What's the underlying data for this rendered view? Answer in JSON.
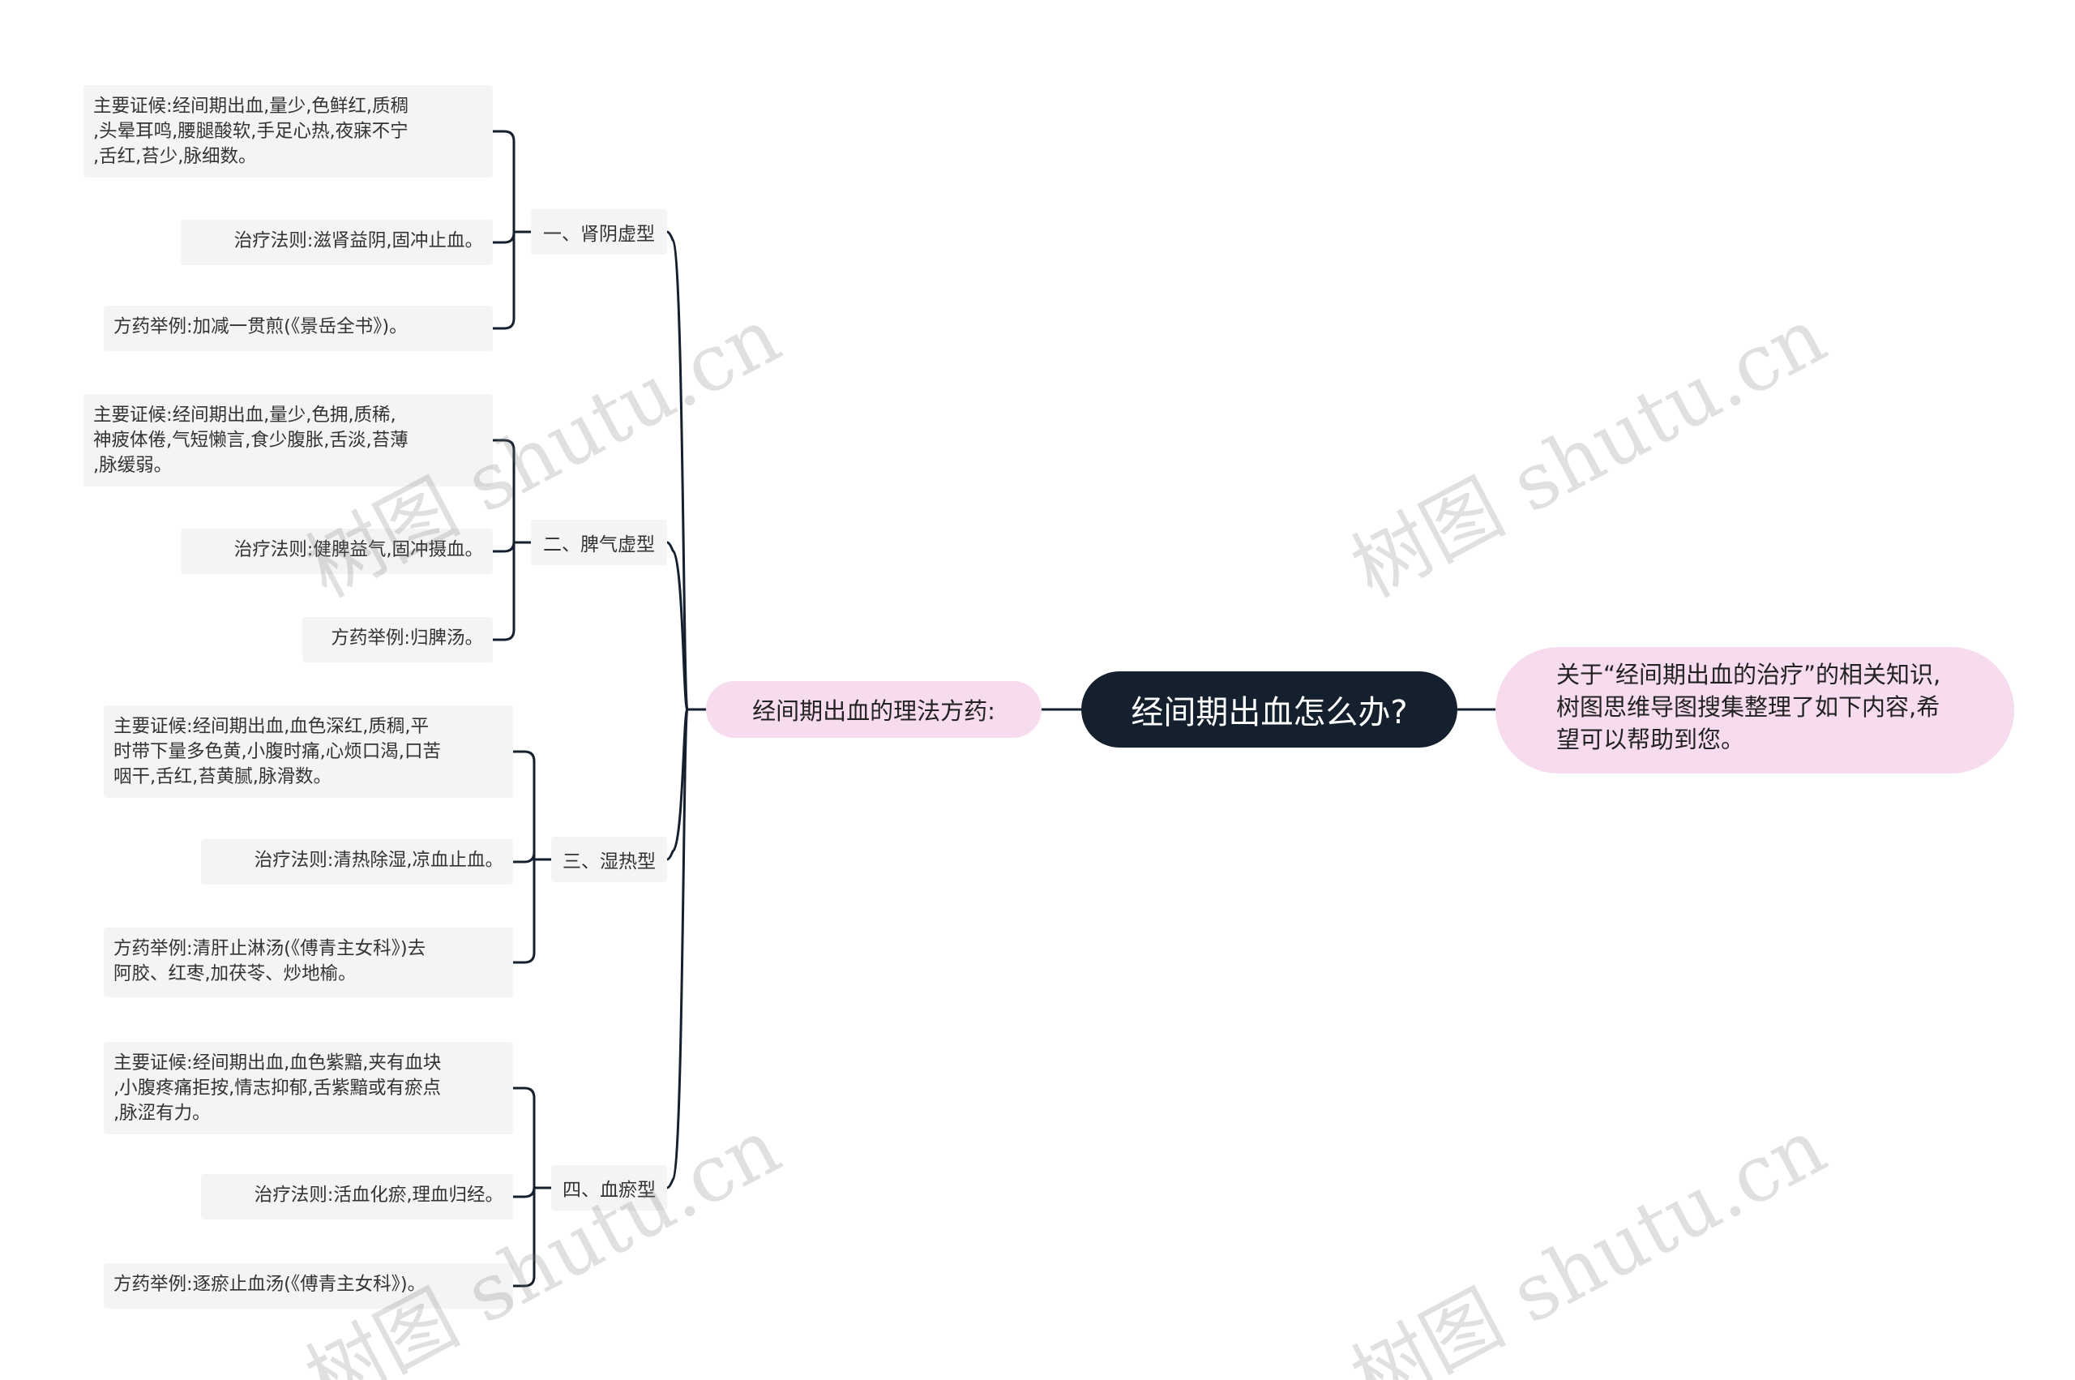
{
  "root": {
    "label": "经间期出血怎么办?"
  },
  "intro": {
    "text": "关于“经间期出血的治疗”的相关知识,树图思维导图搜集整理了如下内容,希望可以帮助到您。"
  },
  "branch": {
    "label": "经间期出血的理法方药:"
  },
  "categories": [
    {
      "label": "一、肾阴虚型",
      "items": [
        {
          "text": "主要证候:经间期出血,量少,色鲜红,质稠\n,头晕耳鸣,腰腿酸软,手足心热,夜寐不宁\n,舌红,苔少,脉细数。"
        },
        {
          "text": "治疗法则:滋肾益阴,固冲止血。"
        },
        {
          "text": "方药举例:加减一贯煎(《景岳全书》)。"
        }
      ]
    },
    {
      "label": "二、脾气虚型",
      "items": [
        {
          "text": "主要证候:经间期出血,量少,色拥,质稀,\n神疲体倦,气短懒言,食少腹胀,舌淡,苔薄\n,脉缓弱。"
        },
        {
          "text": "治疗法则:健脾益气,固冲摄血。"
        },
        {
          "text": "方药举例:归脾汤。"
        }
      ]
    },
    {
      "label": "三、湿热型",
      "items": [
        {
          "text": "主要证候:经间期出血,血色深红,质稠,平\n时带下量多色黄,小腹时痛,心烦口渴,口苦\n咽干,舌红,苔黄腻,脉滑数。"
        },
        {
          "text": "治疗法则:清热除湿,凉血止血。"
        },
        {
          "text": "方药举例:清肝止淋汤(《傅青主女科》)去\n阿胶、红枣,加茯苓、炒地榆。"
        }
      ]
    },
    {
      "label": "四、血瘀型",
      "items": [
        {
          "text": "主要证候:经间期出血,血色紫黯,夹有血块\n,小腹疼痛拒按,情志抑郁,舌紫黯或有瘀点\n,脉涩有力。"
        },
        {
          "text": "治疗法则:活血化瘀,理血归经。"
        },
        {
          "text": "方药举例:逐瘀止血汤(《傅青主女科》)。"
        }
      ]
    }
  ],
  "watermarks": [
    {
      "text": "树图 shutu.cn"
    },
    {
      "text": "树图 shutu.cn"
    },
    {
      "text": "树图 shutu.cn"
    },
    {
      "text": "树图 shutu.cn"
    }
  ],
  "colors": {
    "root_bg": "#15202e",
    "pink_bg": "#f7dcef",
    "leaf_bg": "#f4f4f4",
    "line": "#15202e"
  }
}
